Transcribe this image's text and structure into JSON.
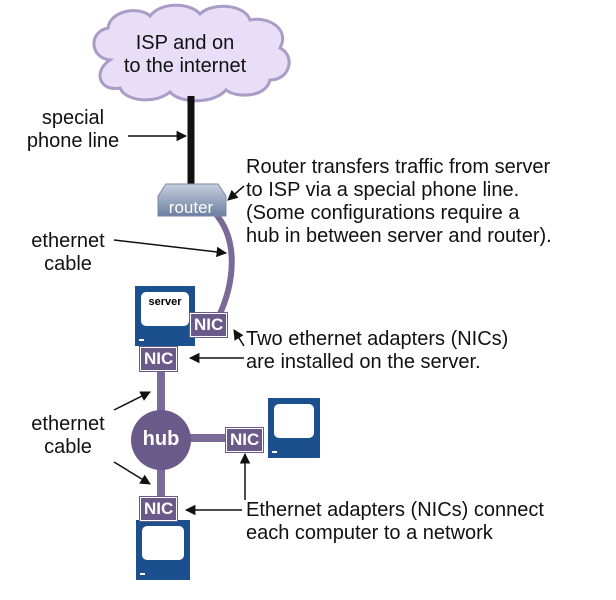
{
  "cloud": {
    "line1": "ISP and on",
    "line2": "to the internet"
  },
  "labels": {
    "special_phone_line_1": "special",
    "special_phone_line_2": "phone line",
    "ethernet_cable_top_1": "ethernet",
    "ethernet_cable_top_2": "cable",
    "ethernet_cable_bottom_1": "ethernet",
    "ethernet_cable_bottom_2": "cable"
  },
  "router": {
    "label": "router"
  },
  "server": {
    "label": "server"
  },
  "hub": {
    "label": "hub"
  },
  "nic": {
    "label": "NIC"
  },
  "notes": {
    "router_1": "Router transfers traffic from server",
    "router_2": "to ISP via a special phone line.",
    "router_3": "(Some configurations require a",
    "router_4": "hub in between server and router).",
    "nics_1": "Two ethernet adapters (NICs)",
    "nics_2": "are installed on the server.",
    "adapters_1": "Ethernet adapters (NICs) connect",
    "adapters_2": "each computer to a network"
  },
  "colors": {
    "cable": "#7a6a98",
    "nic_fill": "#6a5a8a",
    "computer_blue": "#1c4f8e",
    "cloud_fill": "#e8def8",
    "cloud_stroke": "#a99cc6",
    "phone_line": "#111111"
  }
}
